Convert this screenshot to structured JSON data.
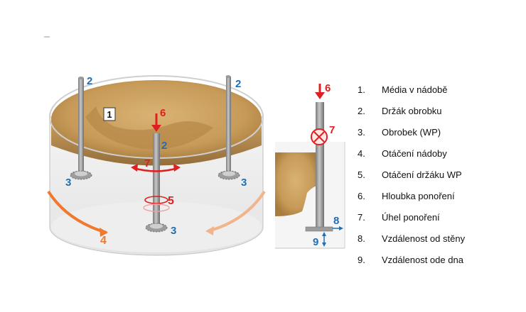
{
  "callouts": {
    "workpiece_box": "1",
    "holder_left": "2",
    "holder_right": "2",
    "holder_center": "2",
    "gear_left": "3",
    "gear_right": "3",
    "gear_center": "3",
    "container_rotation": "4",
    "holder_rotation": "5",
    "depth_main": "6",
    "angle_main": "7",
    "depth_detail": "6",
    "angle_detail": "7",
    "wall_distance": "8",
    "bottom_distance": "9"
  },
  "legend": [
    {
      "number": "1.",
      "text": "Média v nádobě"
    },
    {
      "number": "2.",
      "text": "Držák obrobku"
    },
    {
      "number": "3.",
      "text": "Obrobek (WP)"
    },
    {
      "number": "4.",
      "text": "Otáčení nádoby"
    },
    {
      "number": "5.",
      "text": "Otáčení držáku WP"
    },
    {
      "number": "6.",
      "text": "Hloubka ponoření"
    },
    {
      "number": "7.",
      "text": "Úhel ponoření"
    },
    {
      "number": "8.",
      "text": "Vzdálenost od stěny"
    },
    {
      "number": "9.",
      "text": "Vzdálenost ode dna"
    }
  ],
  "colors": {
    "red": "#e02020",
    "blue": "#1f6fb5",
    "orange": "#ee7a30",
    "orange_light": "#f2b48d",
    "sand": "#c9a162"
  }
}
